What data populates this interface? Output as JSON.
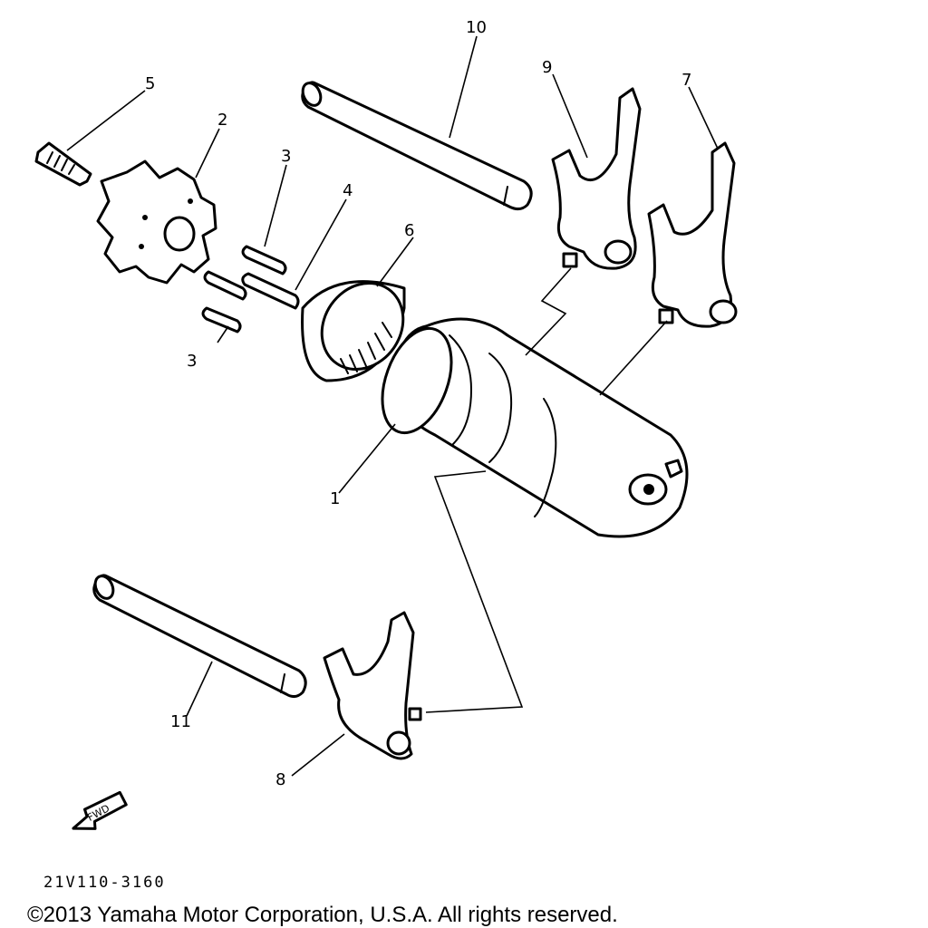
{
  "diagram": {
    "callouts": {
      "p1": "1",
      "p2": "2",
      "p3a": "3",
      "p3b": "3",
      "p4": "4",
      "p5": "5",
      "p6": "6",
      "p7": "7",
      "p8": "8",
      "p9": "9",
      "p10": "10",
      "p11": "11"
    },
    "fwd_label": "FWD",
    "diagram_code": "21V110-3160"
  },
  "footer": {
    "copyright": "©2013 Yamaha Motor Corporation, U.S.A. All rights reserved."
  }
}
